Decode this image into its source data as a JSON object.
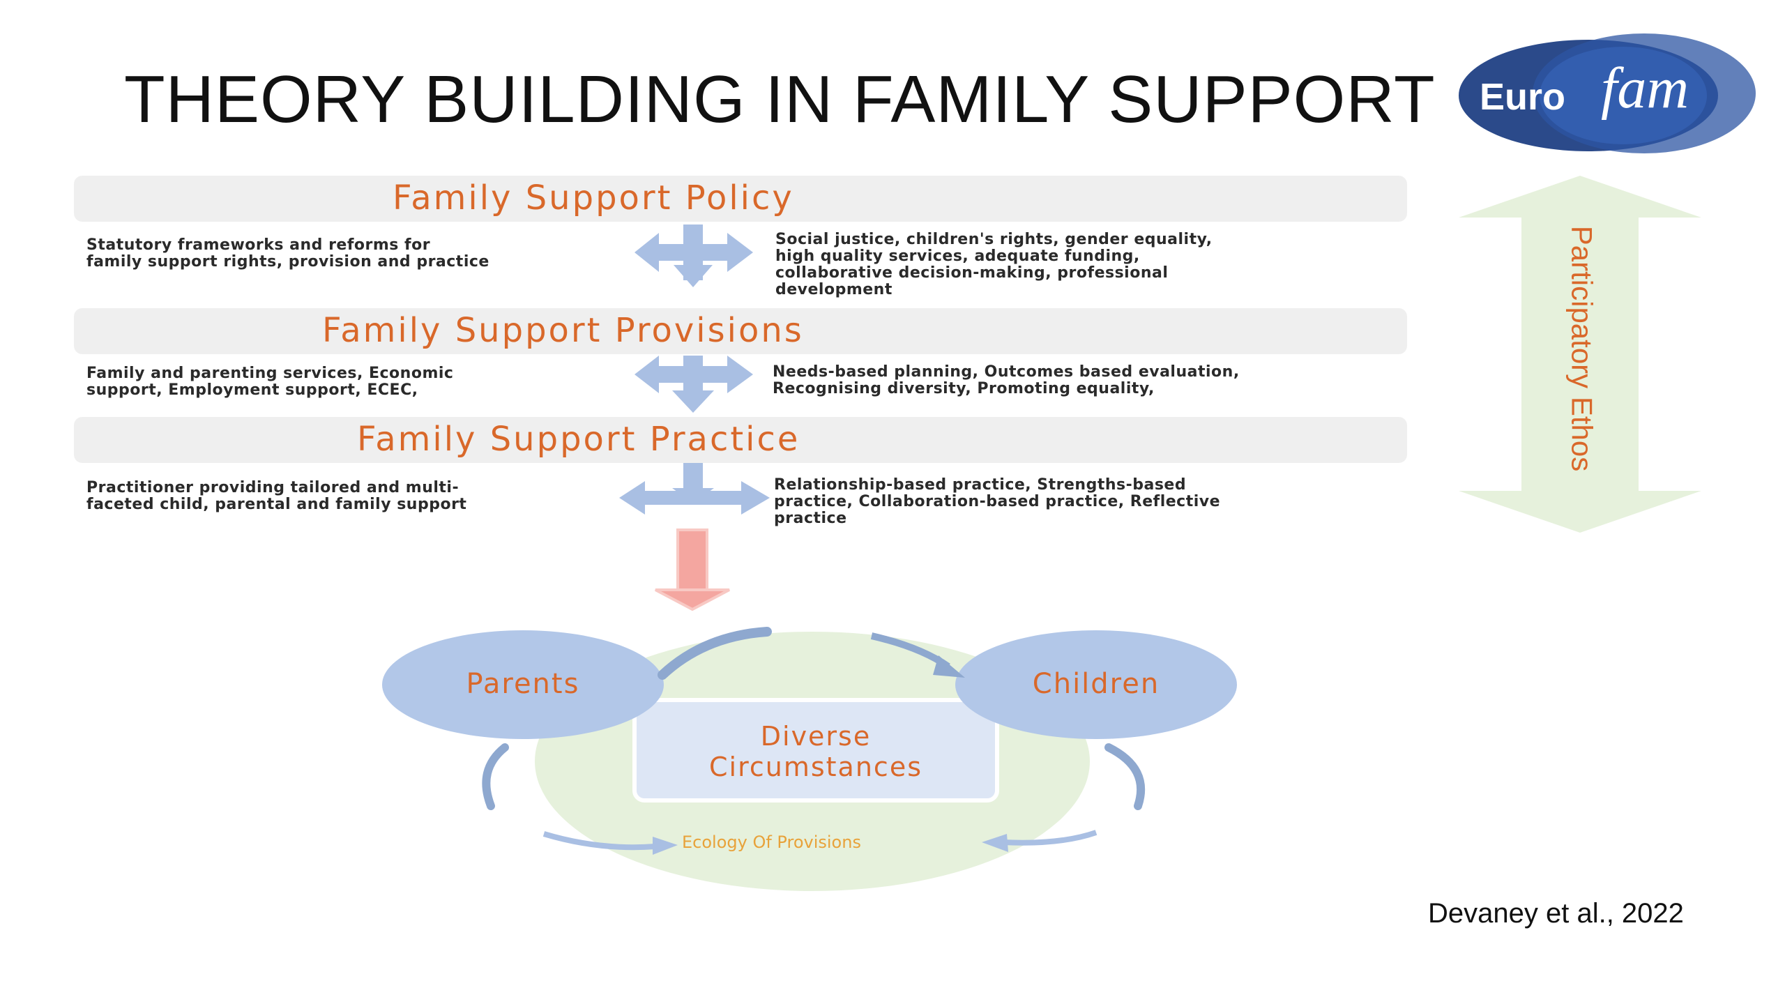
{
  "title": "THEORY BUILDING IN FAMILY SUPPORT",
  "logo": {
    "text_plain": "Euro",
    "text_script": "fam"
  },
  "levels": [
    {
      "label": "Family Support Policy",
      "left_note": [
        "Statutory frameworks and reforms for",
        "family support rights, provision and practice"
      ],
      "right_note": [
        "Social justice, children's rights, gender equality,",
        "high quality services, adequate funding,",
        "collaborative decision-making, professional",
        "development"
      ]
    },
    {
      "label": "Family Support Provisions",
      "left_note": [
        "Family and parenting services, Economic",
        "support, Employment support, ECEC,"
      ],
      "right_note": [
        "Needs-based planning, Outcomes based evaluation,",
        "Recognising diversity, Promoting equality,"
      ]
    },
    {
      "label": "Family Support Practice",
      "left_note": [
        "Practitioner providing tailored and multi-",
        "faceted child, parental and family support"
      ],
      "right_note": [
        "Relationship-based practice, Strengths-based",
        "practice, Collaboration-based practice, Reflective",
        "practice"
      ]
    }
  ],
  "ethos_label": "Participatory Ethos",
  "ecology": {
    "parents": "Parents",
    "children": "Children",
    "center": [
      "Diverse",
      "Circumstances"
    ],
    "bottom": "Ecology Of Provisions"
  },
  "citation": "Devaney et al., 2022",
  "colors": {
    "accent_orange": "#d9682a",
    "band_gray": "#efefef",
    "arrow_blue": "#a9bfe3",
    "ethos_green": "#e6f1dc",
    "down_arrow_pink": "#f4a6a0",
    "logo_blue": "#2b4a8a"
  }
}
